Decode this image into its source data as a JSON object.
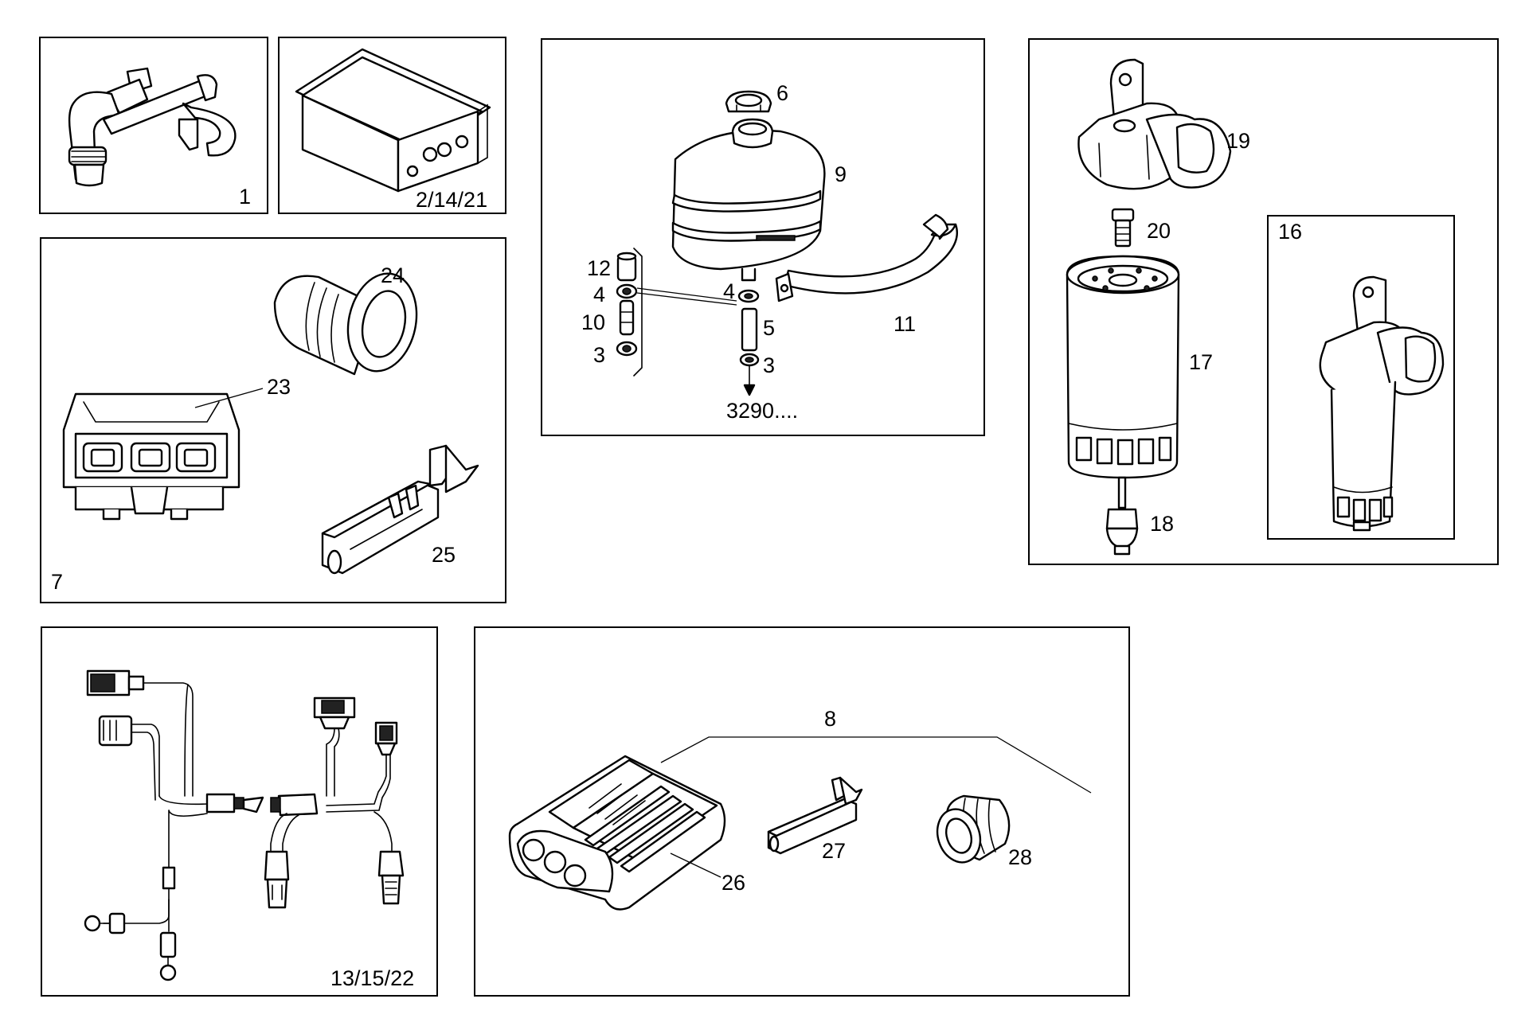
{
  "callouts": {
    "p1": "1",
    "p2_14_21": "2/14/21",
    "p3a": "3",
    "p3b": "3",
    "p3290": "3290....",
    "p4a": "4",
    "p4b": "4",
    "p5": "5",
    "p6": "6",
    "p7": "7",
    "p8": "8",
    "p9": "9",
    "p10": "10",
    "p11": "11",
    "p12": "12",
    "p13_15_22": "13/15/22",
    "p16": "16",
    "p17": "17",
    "p18": "18",
    "p19": "19",
    "p20": "20",
    "p23": "23",
    "p24": "24",
    "p25": "25",
    "p26": "26",
    "p27": "27",
    "p28": "28"
  }
}
